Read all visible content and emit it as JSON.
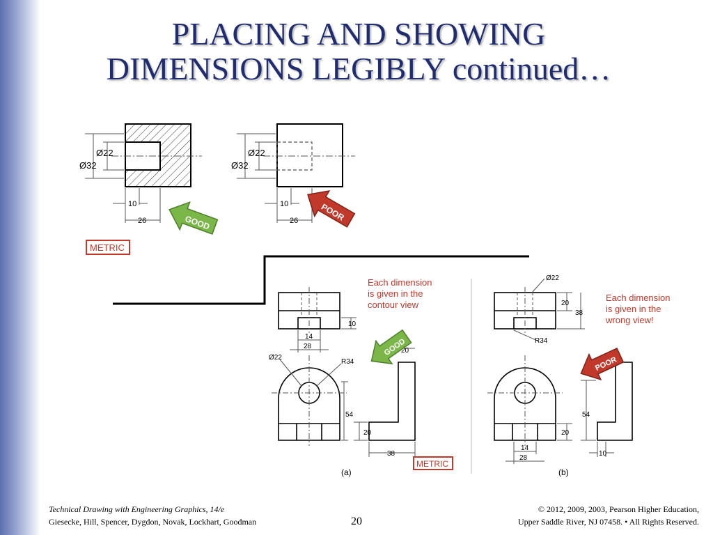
{
  "slide": {
    "title_line1": "PLACING AND SHOWING",
    "title_line2": "DIMENSIONS LEGIBLY continued…",
    "page_number": "20"
  },
  "figure_top": {
    "dia_22": "Ø22",
    "dia_32": "Ø32",
    "dim_10": "10",
    "dim_26": "26",
    "good_label": "GOOD",
    "poor_label": "POOR",
    "metric_label": "METRIC"
  },
  "figure_bottom": {
    "note_a": [
      "Each dimension",
      "is given in the",
      "contour view"
    ],
    "note_b": [
      "Each dimension",
      "is given in the",
      "wrong view!"
    ],
    "dim_10": "10",
    "dim_14": "14",
    "dim_28": "28",
    "dim_20": "20",
    "dim_38": "38",
    "dim_54": "54",
    "dia_22": "Ø22",
    "radius_34": "R34",
    "good_label": "GOOD",
    "poor_label": "POOR",
    "metric_label": "METRIC",
    "label_a": "(a)",
    "label_b": "(b)"
  },
  "footer": {
    "book_title": "Technical Drawing with Engineering Graphics, 14/e",
    "authors": "Giesecke, Hill, Spencer, Dygdon, Novak, Lockhart, Goodman",
    "copyright_line1": "© 2012, 2009, 2003, Pearson Higher Education,",
    "copyright_line2": "Upper Saddle River, NJ 07458. • All Rights Reserved."
  },
  "colors": {
    "title": "#1f2d6e",
    "good": "#7ab648",
    "poor": "#c0392b",
    "note": "#c0392b",
    "metric": "#c0392b"
  }
}
